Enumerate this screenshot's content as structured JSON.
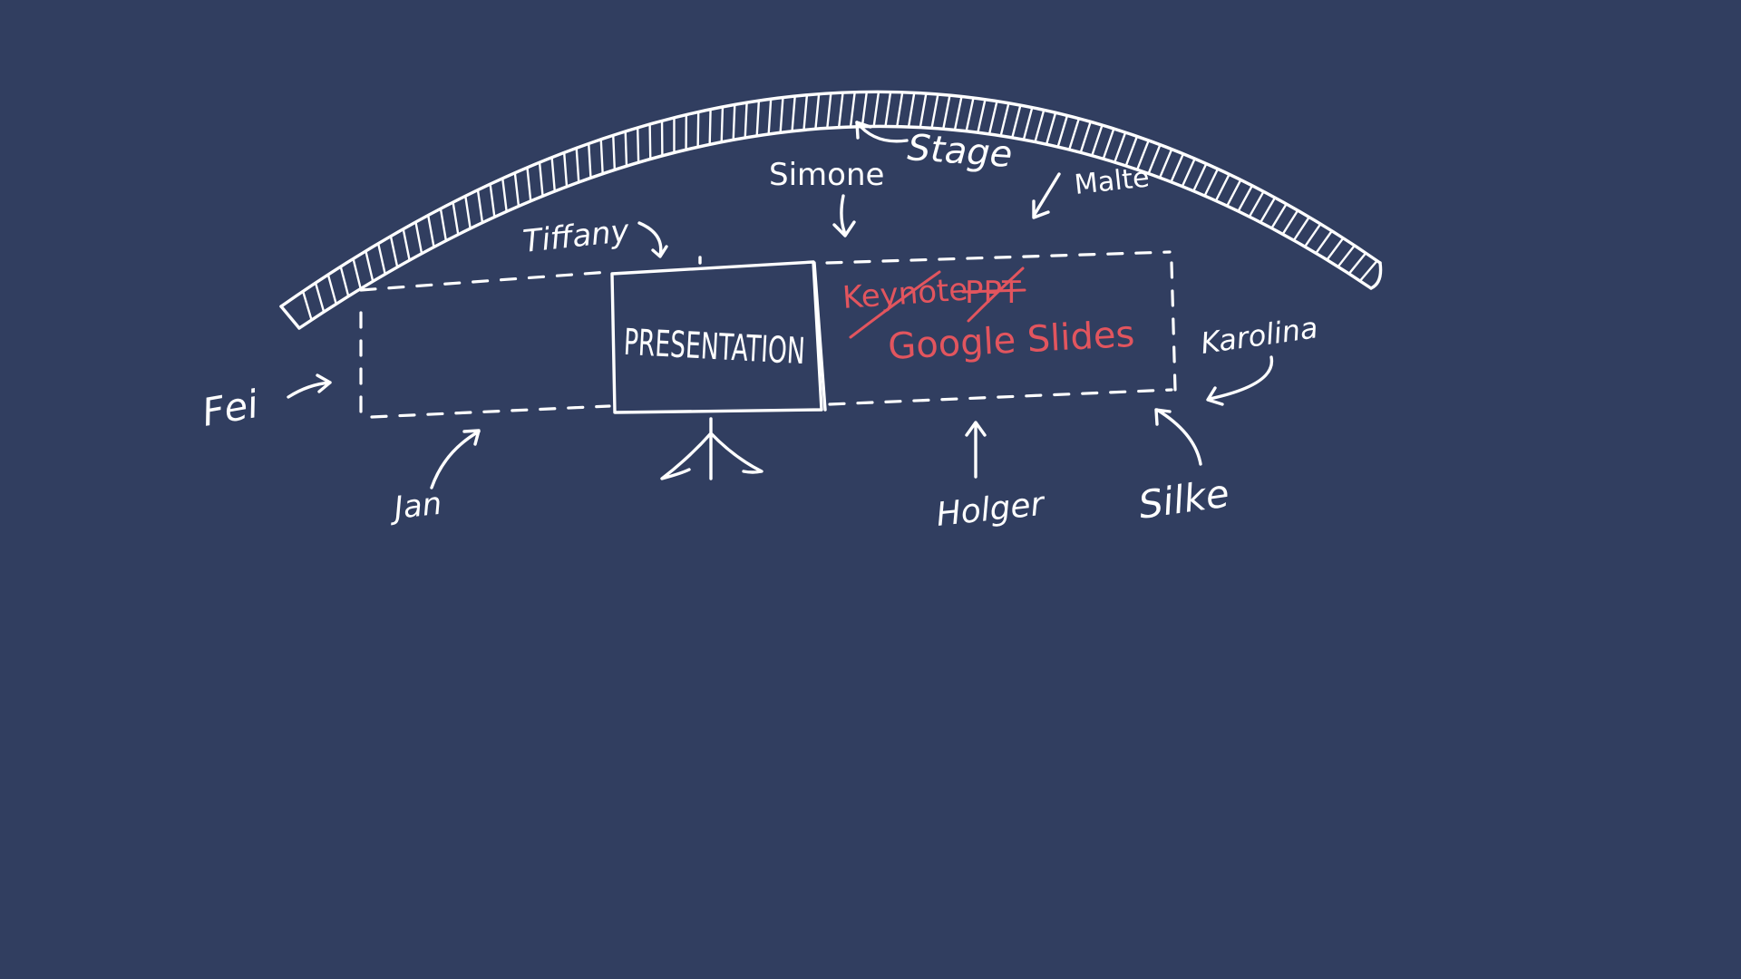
{
  "canvas": {
    "background": "#313e60",
    "ink": "#ffffff",
    "accent": "#e2555e"
  },
  "labels": {
    "stage": "Stage",
    "presentation": "PRESENTATION",
    "tiffany": "Tiffany",
    "simone": "Simone",
    "malte": "Malte",
    "fei": "Fei",
    "jan": "Jan",
    "holger": "Holger",
    "silke": "Silke",
    "karolina": "Karolina"
  },
  "software": {
    "rejected": [
      "Keynote",
      "PPT"
    ],
    "chosen": "Google Slides"
  }
}
